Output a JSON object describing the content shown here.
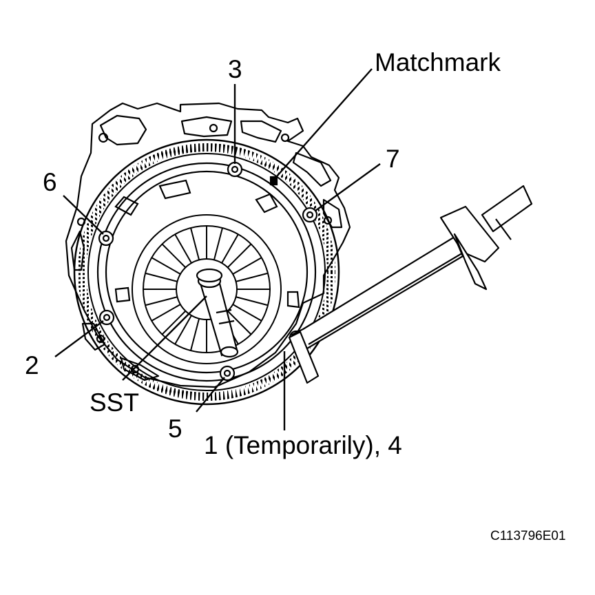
{
  "diagram": {
    "callouts": {
      "matchmark": "Matchmark",
      "bolt_3": "3",
      "bolt_6": "6",
      "bolt_7": "7",
      "bolt_2": "2",
      "sst": "SST",
      "bolt_5": "5",
      "bolt_1_4": "1 (Temporarily), 4"
    },
    "figure_code": "C113796E01"
  }
}
